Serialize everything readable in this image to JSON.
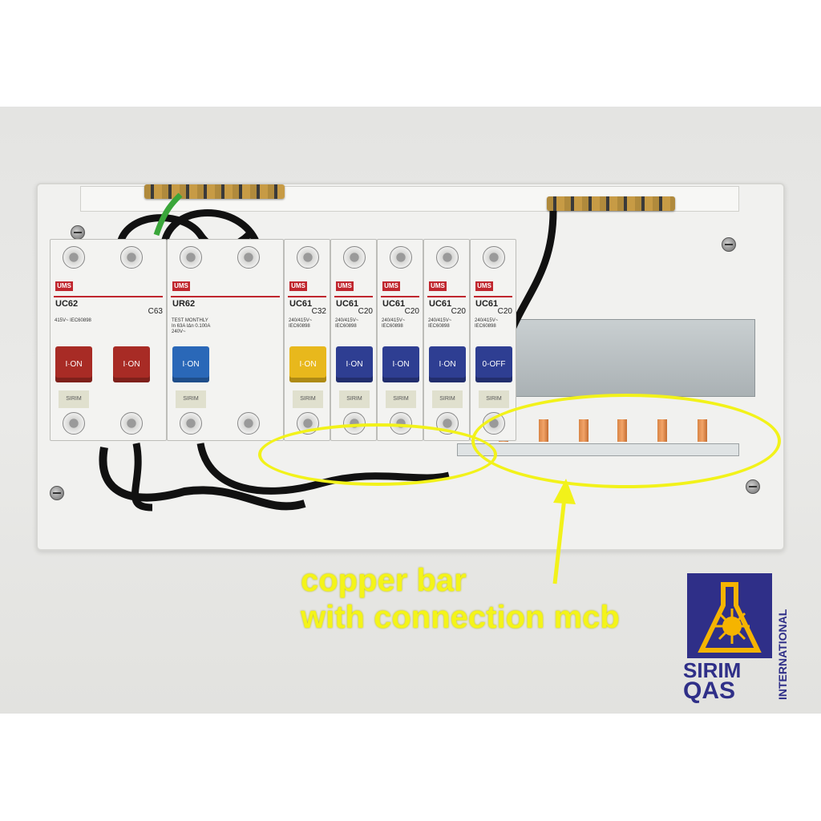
{
  "scene": {
    "subject": "distribution board with copper busbar",
    "colors": {
      "wall": "#e8e8e6",
      "enclosure": "#f1f1ef",
      "callout": "#f2f21a",
      "logo": "#2f2f88"
    }
  },
  "breakers": [
    {
      "brand": "UMS",
      "model": "UC62",
      "rating": "C63",
      "spec": "415V~ IEC60898",
      "handle_label": "I·ON",
      "handle_color": "#a82b25",
      "poles": 2
    },
    {
      "brand": "UMS",
      "model": "UR62",
      "rating": "",
      "spec": "TEST MONTHLY In 63A IΔn 0.100A 240V~",
      "handle_label": "I·ON",
      "handle_color": "#2a68b8",
      "poles": 2
    },
    {
      "brand": "UMS",
      "model": "UC61",
      "rating": "C32",
      "spec": "240/415V~ IEC60898",
      "handle_label": "I·ON",
      "handle_color": "#e8b81c",
      "poles": 1
    },
    {
      "brand": "UMS",
      "model": "UC61",
      "rating": "C20",
      "spec": "240/415V~ IEC60898",
      "handle_label": "I·ON",
      "handle_color": "#2e3e92",
      "poles": 1
    },
    {
      "brand": "UMS",
      "model": "UC61",
      "rating": "C20",
      "spec": "240/415V~ IEC60898",
      "handle_label": "I·ON",
      "handle_color": "#2e3e92",
      "poles": 1
    },
    {
      "brand": "UMS",
      "model": "UC61",
      "rating": "C20",
      "spec": "240/415V~ IEC60898",
      "handle_label": "I·ON",
      "handle_color": "#2e3e92",
      "poles": 1
    },
    {
      "brand": "UMS",
      "model": "UC61",
      "rating": "C20",
      "spec": "240/415V~ IEC60898",
      "handle_label": "0-OFF",
      "handle_color": "#2e3e92",
      "poles": 1
    }
  ],
  "seal_text": "SIRIM",
  "annotation": {
    "line1": "copper bar",
    "line2": "with connection mcb"
  },
  "logo": {
    "line1": "SIRIM",
    "line2": "QAS",
    "vertical": "INTERNATIONAL"
  }
}
